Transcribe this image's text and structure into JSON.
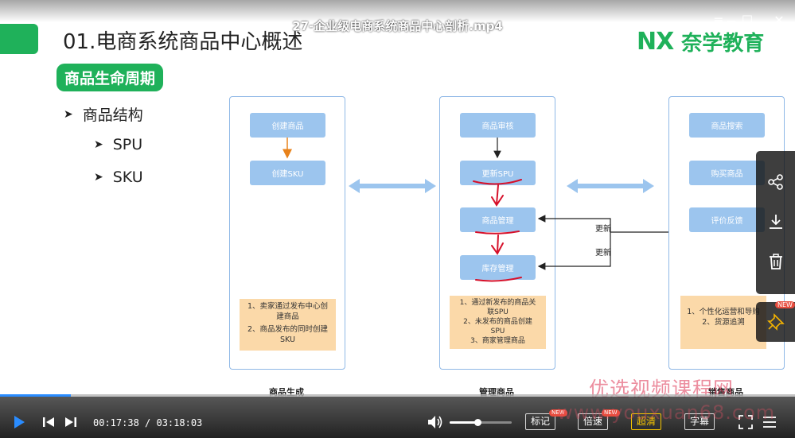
{
  "video": {
    "title": "27-企业级电商系统商品中心剖析.mp4",
    "current_time": "00:17:38",
    "total_time": "03:18:03",
    "progress": 0.089,
    "volume": 0.45,
    "buttons": {
      "mark": "标记",
      "speed": "倍速",
      "quality": "超清",
      "subtitle": "字幕"
    },
    "new_badge": "NEW"
  },
  "window_controls": {
    "menu": "≡",
    "minimize": "—",
    "maximize": "☐",
    "close": "✕"
  },
  "side_toolbar": {
    "items": [
      "share-icon",
      "download-icon",
      "trash-icon",
      "pin-icon"
    ],
    "pin_badge": "NEW"
  },
  "slide": {
    "title": "01.电商系统商品中心概述",
    "brand": {
      "logo": "NX",
      "name": "奈学教育"
    },
    "section_pill": "商品生命周期",
    "bullets": [
      {
        "text": "商品结构",
        "level": 1
      },
      {
        "text": "SPU",
        "level": 2
      },
      {
        "text": "SKU",
        "level": 2
      }
    ],
    "panels": [
      {
        "label": "商品生成",
        "boxes": [
          "创建商品",
          "创建SKU"
        ],
        "notes": [
          "1、卖家通过发布中心创",
          "建商品",
          "2、商品发布的同时创建",
          "SKU"
        ]
      },
      {
        "label": "管理商品",
        "boxes": [
          "商品审核",
          "更新SPU",
          "商品管理",
          "库存管理"
        ],
        "notes": [
          "1、通过新发布的商品关",
          "联SPU",
          "2、未发布的商品创建",
          "SPU",
          "3、商家管理商品"
        ]
      },
      {
        "label": "销售商品",
        "boxes": [
          "商品搜索",
          "购买商品",
          "评价反馈"
        ],
        "notes": [
          "1、个性化运营和导购",
          "2、货源追溯"
        ]
      }
    ],
    "update_labels": [
      "更新",
      "更新"
    ]
  },
  "watermark": {
    "text": "优选视频课程网",
    "url": "www.youxuan68.com"
  },
  "colors": {
    "brand_green": "#1fb15a",
    "box_blue": "#9cc5ee",
    "note_orange": "#fbd9a9",
    "progress_blue": "#2a8cff",
    "annotation_red": "#d6102a"
  }
}
